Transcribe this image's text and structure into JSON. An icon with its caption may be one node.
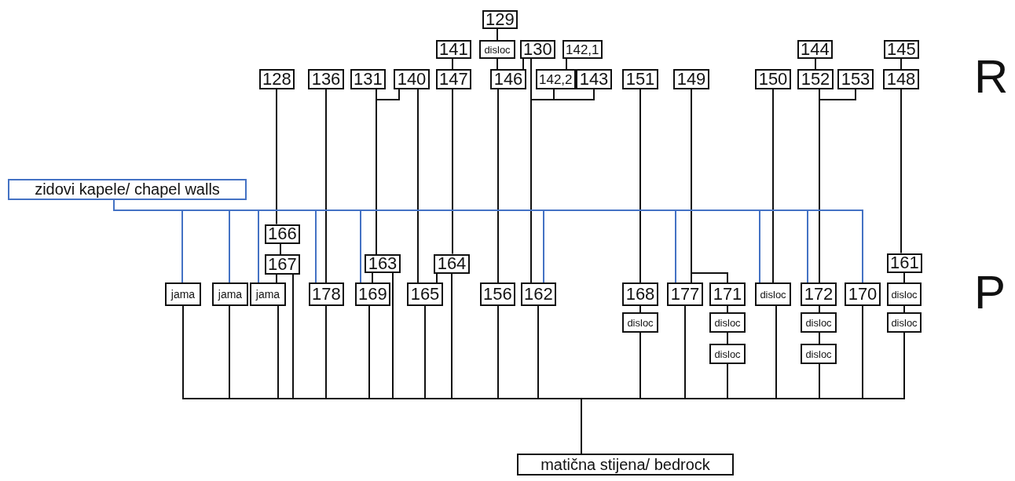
{
  "diagram": {
    "nodes": [
      {
        "text": [
          "129"
        ]
      },
      {
        "text": [
          "141"
        ]
      },
      {
        "text": [
          "disloc"
        ]
      },
      {
        "text": [
          "130"
        ]
      },
      {
        "text": [
          "142,1"
        ]
      },
      {
        "text": [
          "144"
        ]
      },
      {
        "text": [
          "145"
        ]
      },
      {
        "text": [
          "128"
        ]
      },
      {
        "text": [
          "136"
        ]
      },
      {
        "text": [
          "131"
        ]
      },
      {
        "text": [
          "140"
        ]
      },
      {
        "text": [
          "147"
        ]
      },
      {
        "text": [
          "146"
        ]
      },
      {
        "text": [
          "142,2"
        ]
      },
      {
        "text": [
          "143"
        ]
      },
      {
        "text": [
          "151"
        ]
      },
      {
        "text": [
          "149"
        ]
      },
      {
        "text": [
          "150"
        ]
      },
      {
        "text": [
          "152"
        ]
      },
      {
        "text": [
          "153"
        ]
      },
      {
        "text": [
          "148"
        ]
      },
      {
        "text": [
          "zidovi kapele/ chapel walls"
        ]
      },
      {
        "text": [
          "166"
        ]
      },
      {
        "text": [
          "167"
        ]
      },
      {
        "text": [
          "163"
        ]
      },
      {
        "text": [
          "164"
        ]
      },
      {
        "text": [
          "161"
        ]
      },
      {
        "text": [
          "jama"
        ]
      },
      {
        "text": [
          "jama"
        ]
      },
      {
        "text": [
          "jama"
        ]
      },
      {
        "text": [
          "178"
        ]
      },
      {
        "text": [
          "169"
        ]
      },
      {
        "text": [
          "165"
        ]
      },
      {
        "text": [
          "156"
        ]
      },
      {
        "text": [
          "162"
        ]
      },
      {
        "text": [
          "168"
        ]
      },
      {
        "text": [
          "177"
        ]
      },
      {
        "text": [
          "171"
        ]
      },
      {
        "text": [
          "disloc"
        ]
      },
      {
        "text": [
          "172"
        ]
      },
      {
        "text": [
          "170"
        ]
      },
      {
        "text": [
          "disloc"
        ]
      },
      {
        "text": [
          "disloc"
        ]
      },
      {
        "text": [
          "disloc"
        ]
      },
      {
        "text": [
          "disloc"
        ]
      },
      {
        "text": [
          "disloc"
        ]
      },
      {
        "text": [
          "disloc"
        ]
      },
      {
        "text": [
          "disloc"
        ]
      },
      {
        "text": [
          "matična stijena/ bedrock"
        ]
      }
    ],
    "edges": [
      {
        "from": 0,
        "to": 2,
        "arrow": "none"
      },
      {
        "from": 2,
        "to": 12,
        "arrow": "none"
      },
      {
        "from": 3,
        "to": 12,
        "arrow": "none"
      },
      {
        "from": 4,
        "to": 13,
        "arrow": "none"
      },
      {
        "from": 1,
        "to": 11,
        "arrow": "none"
      },
      {
        "from": 5,
        "to": 18,
        "arrow": "none"
      },
      {
        "from": 6,
        "to": 20,
        "arrow": "none"
      },
      {
        "from": 9,
        "to": 24,
        "arrow": "none"
      },
      {
        "from": 10,
        "to": 24,
        "arrow": "none"
      },
      {
        "from": 10,
        "to": 32,
        "arrow": "none"
      },
      {
        "from": 11,
        "to": 25,
        "arrow": "none"
      },
      {
        "from": 25,
        "to": 32,
        "arrow": "none"
      },
      {
        "from": 24,
        "to": 31,
        "arrow": "none"
      },
      {
        "from": 7,
        "to": 22,
        "arrow": "none"
      },
      {
        "from": 22,
        "to": 23,
        "arrow": "none"
      },
      {
        "from": 23,
        "to": 29,
        "arrow": "none"
      },
      {
        "from": 8,
        "to": 30,
        "arrow": "none"
      },
      {
        "from": 12,
        "to": 33,
        "arrow": "none"
      },
      {
        "from": 3,
        "to": 34,
        "arrow": "none"
      },
      {
        "from": 13,
        "to": 34,
        "arrow": "none"
      },
      {
        "from": 14,
        "to": 34,
        "arrow": "none"
      },
      {
        "from": 15,
        "to": 35,
        "arrow": "none"
      },
      {
        "from": 35,
        "to": 42,
        "arrow": "none"
      },
      {
        "from": 16,
        "to": 36,
        "arrow": "none"
      },
      {
        "from": 16,
        "to": 37,
        "arrow": "none"
      },
      {
        "from": 37,
        "to": 43,
        "arrow": "none"
      },
      {
        "from": 43,
        "to": 46,
        "arrow": "none"
      },
      {
        "from": 17,
        "to": 38,
        "arrow": "none"
      },
      {
        "from": 18,
        "to": 39,
        "arrow": "none"
      },
      {
        "from": 19,
        "to": 39,
        "arrow": "none"
      },
      {
        "from": 39,
        "to": 44,
        "arrow": "none"
      },
      {
        "from": 44,
        "to": 47,
        "arrow": "none"
      },
      {
        "from": 20,
        "to": 26,
        "arrow": "none"
      },
      {
        "from": 26,
        "to": 41,
        "arrow": "none"
      },
      {
        "from": 41,
        "to": 45,
        "arrow": "none"
      },
      {
        "from": 21,
        "to": 27,
        "arrow": "none",
        "color": "#4472c4"
      },
      {
        "from": 21,
        "to": 28,
        "arrow": "none",
        "color": "#4472c4"
      },
      {
        "from": 21,
        "to": 29,
        "arrow": "none",
        "color": "#4472c4"
      },
      {
        "from": 21,
        "to": 30,
        "arrow": "none",
        "color": "#4472c4"
      },
      {
        "from": 21,
        "to": 31,
        "arrow": "none",
        "color": "#4472c4"
      },
      {
        "from": 21,
        "to": 34,
        "arrow": "none",
        "color": "#4472c4"
      },
      {
        "from": 21,
        "to": 36,
        "arrow": "none",
        "color": "#4472c4"
      },
      {
        "from": 21,
        "to": 38,
        "arrow": "none",
        "color": "#4472c4"
      },
      {
        "from": 21,
        "to": 39,
        "arrow": "none",
        "color": "#4472c4"
      },
      {
        "from": 21,
        "to": 40,
        "arrow": "none",
        "color": "#4472c4"
      },
      {
        "from": 27,
        "to": 48,
        "arrow": "none"
      },
      {
        "from": 28,
        "to": 48,
        "arrow": "none"
      },
      {
        "from": 29,
        "to": 48,
        "arrow": "none"
      },
      {
        "from": 23,
        "to": 48,
        "arrow": "none"
      },
      {
        "from": 30,
        "to": 48,
        "arrow": "none"
      },
      {
        "from": 31,
        "to": 48,
        "arrow": "none"
      },
      {
        "from": 24,
        "to": 48,
        "arrow": "none"
      },
      {
        "from": 32,
        "to": 48,
        "arrow": "none"
      },
      {
        "from": 25,
        "to": 48,
        "arrow": "none"
      },
      {
        "from": 33,
        "to": 48,
        "arrow": "none"
      },
      {
        "from": 34,
        "to": 48,
        "arrow": "none"
      },
      {
        "from": 42,
        "to": 48,
        "arrow": "none"
      },
      {
        "from": 36,
        "to": 48,
        "arrow": "none"
      },
      {
        "from": 46,
        "to": 48,
        "arrow": "none"
      },
      {
        "from": 38,
        "to": 48,
        "arrow": "none"
      },
      {
        "from": 47,
        "to": 48,
        "arrow": "none"
      },
      {
        "from": 40,
        "to": 48,
        "arrow": "none"
      },
      {
        "from": 45,
        "to": 48,
        "arrow": "none"
      }
    ],
    "labels": [
      "R",
      "P"
    ]
  }
}
